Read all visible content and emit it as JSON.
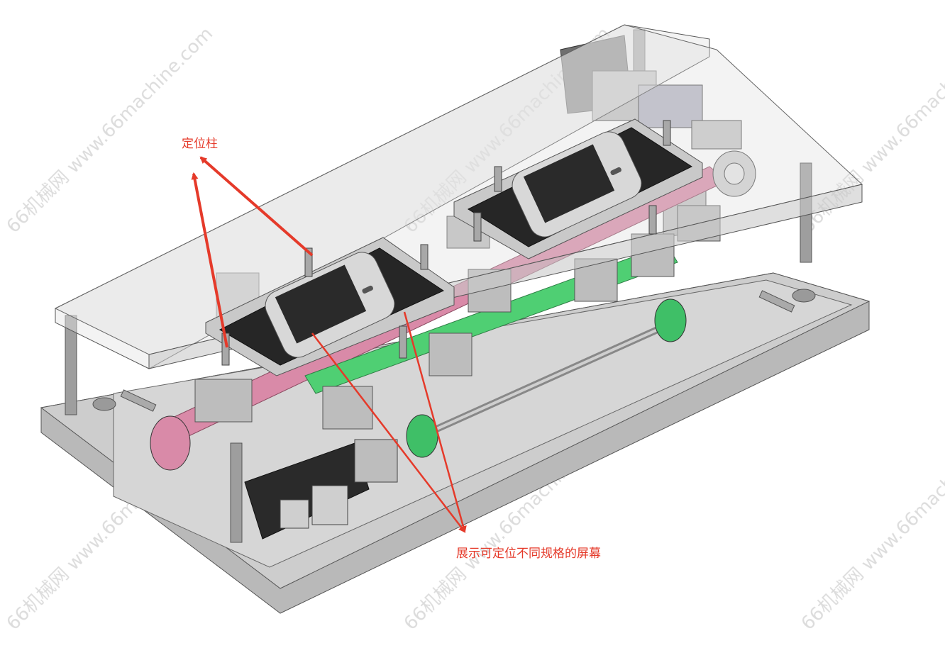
{
  "annotations": {
    "locating_pin": "定位柱",
    "screen_note": "展示可定位不同规格的屏幕"
  },
  "watermark": {
    "text": "66机械网 www.66machine.com",
    "color": "#d9d9d9"
  },
  "colors": {
    "annotation": "#e53a2a",
    "base_plate": "#c8c8c8",
    "cover_glass": "#e4e4e4",
    "belt_pink": "#d98aa8",
    "belt_green": "#4fcf73",
    "phone_screen": "#262626",
    "motor": "#2a2a2a"
  },
  "icons": [
    "arrow-icon"
  ]
}
